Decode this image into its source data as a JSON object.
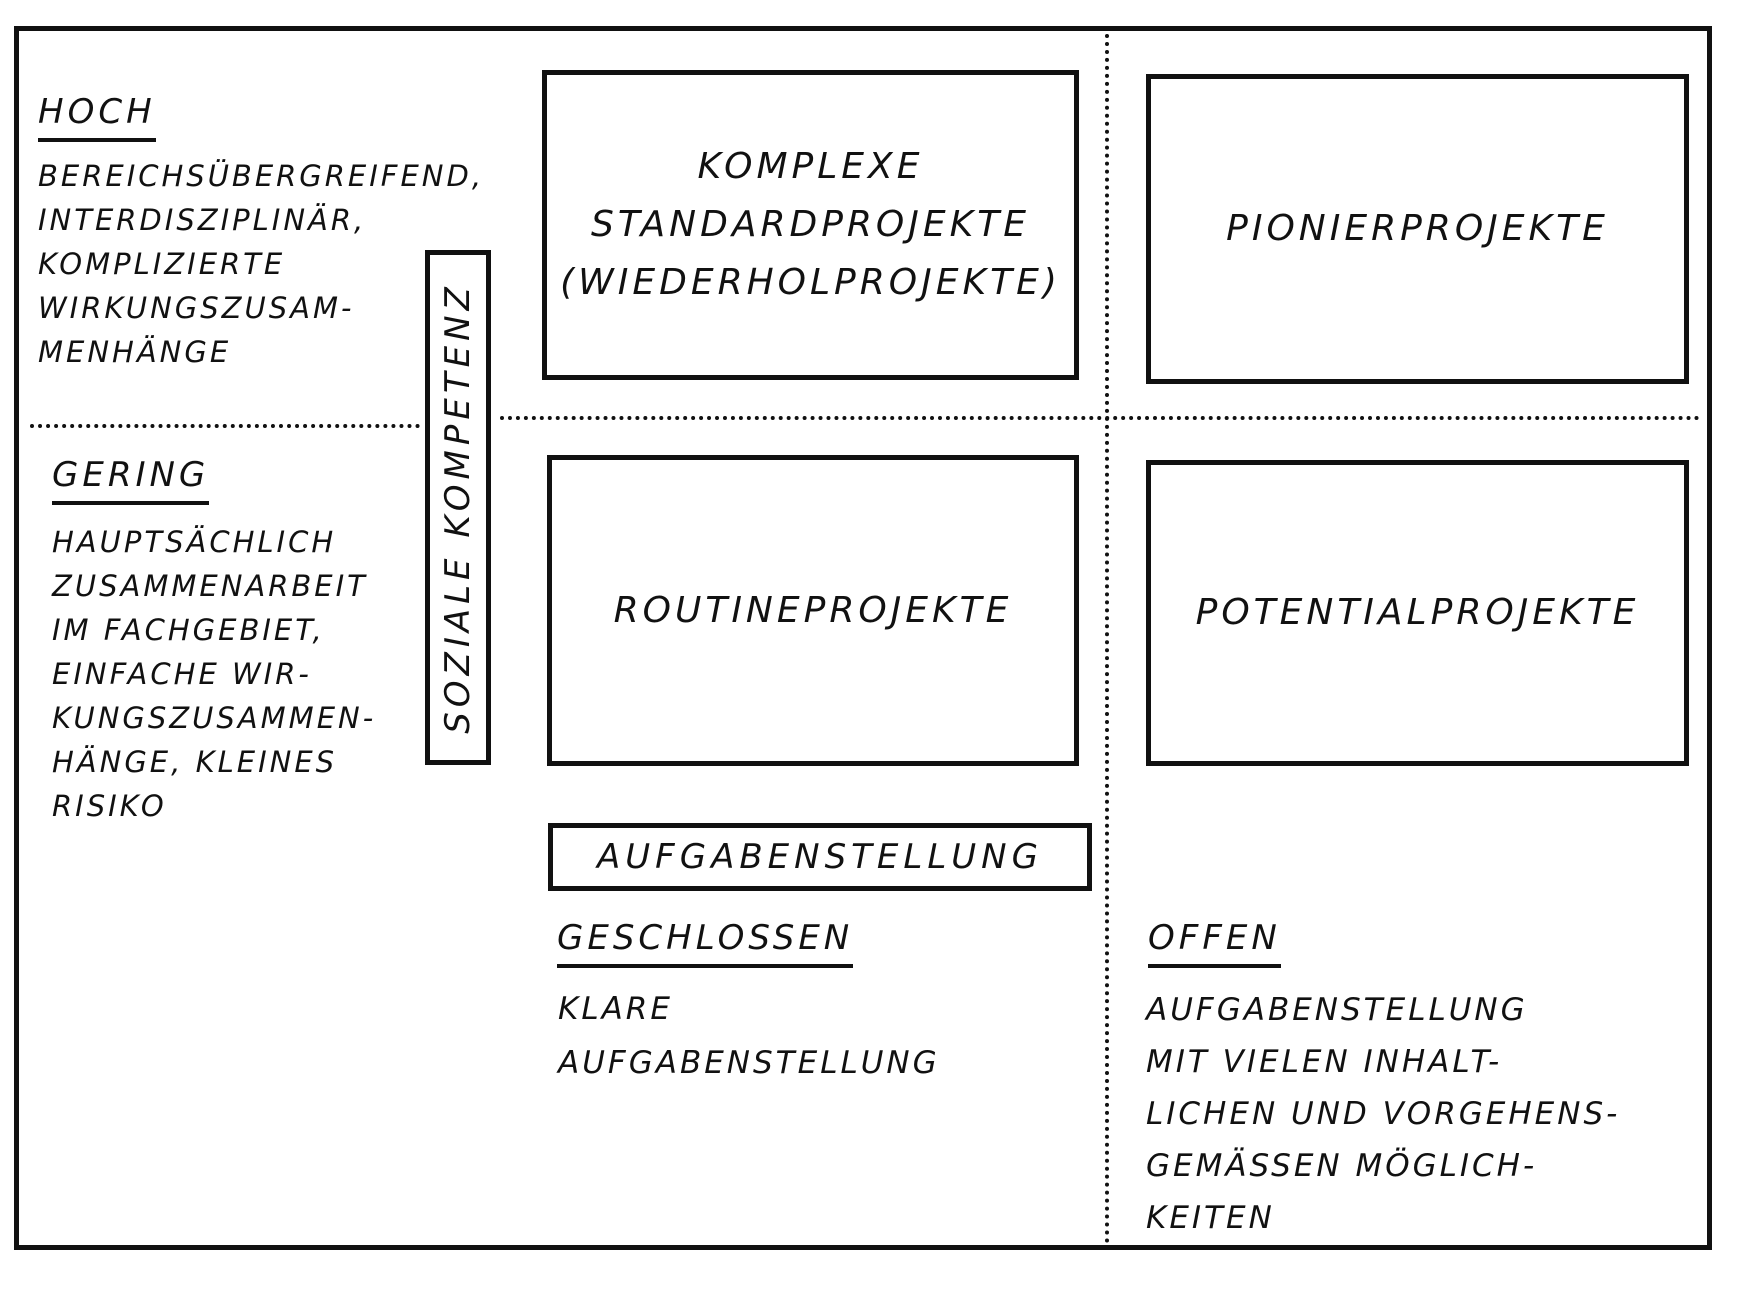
{
  "diagram": {
    "left_axis": {
      "label": "SOZIALE KOMPETENZ",
      "high": {
        "heading": "HOCH",
        "description": "BEREICHSÜBERGREIFEND,\nINTERDISZIPLINÄR,\nKOMPLIZIERTE\nWIRKUNGSZUSAM-\nMENHÄNGE"
      },
      "low": {
        "heading": "GERING",
        "description": "HAUPTSÄCHLICH\nZUSAMMENARBEIT\nIM FACHGEBIET,\nEINFACHE WIR-\nKUNGSZUSAMMEN-\nHÄNGE, KLEINES\nRISIKO"
      }
    },
    "bottom_axis": {
      "label": "AUFGABENSTELLUNG",
      "closed": {
        "heading": "GESCHLOSSEN",
        "description": "KLARE\nAUFGABENSTELLUNG"
      },
      "open": {
        "heading": "OFFEN",
        "description": "AUFGABENSTELLUNG\nMIT VIELEN INHALT-\nLICHEN UND VORGEHENS-\nGEMÄSSEN MÖGLICH-\nKEITEN"
      }
    },
    "quadrants": {
      "top_left": "KOMPLEXE\nSTANDARDPROJEKTE\n(WIEDERHOLPROJEKTE)",
      "top_right": "PIONIERPROJEKTE",
      "bottom_left": "ROUTINEPROJEKTE",
      "bottom_right": "POTENTIALPROJEKTE"
    }
  }
}
